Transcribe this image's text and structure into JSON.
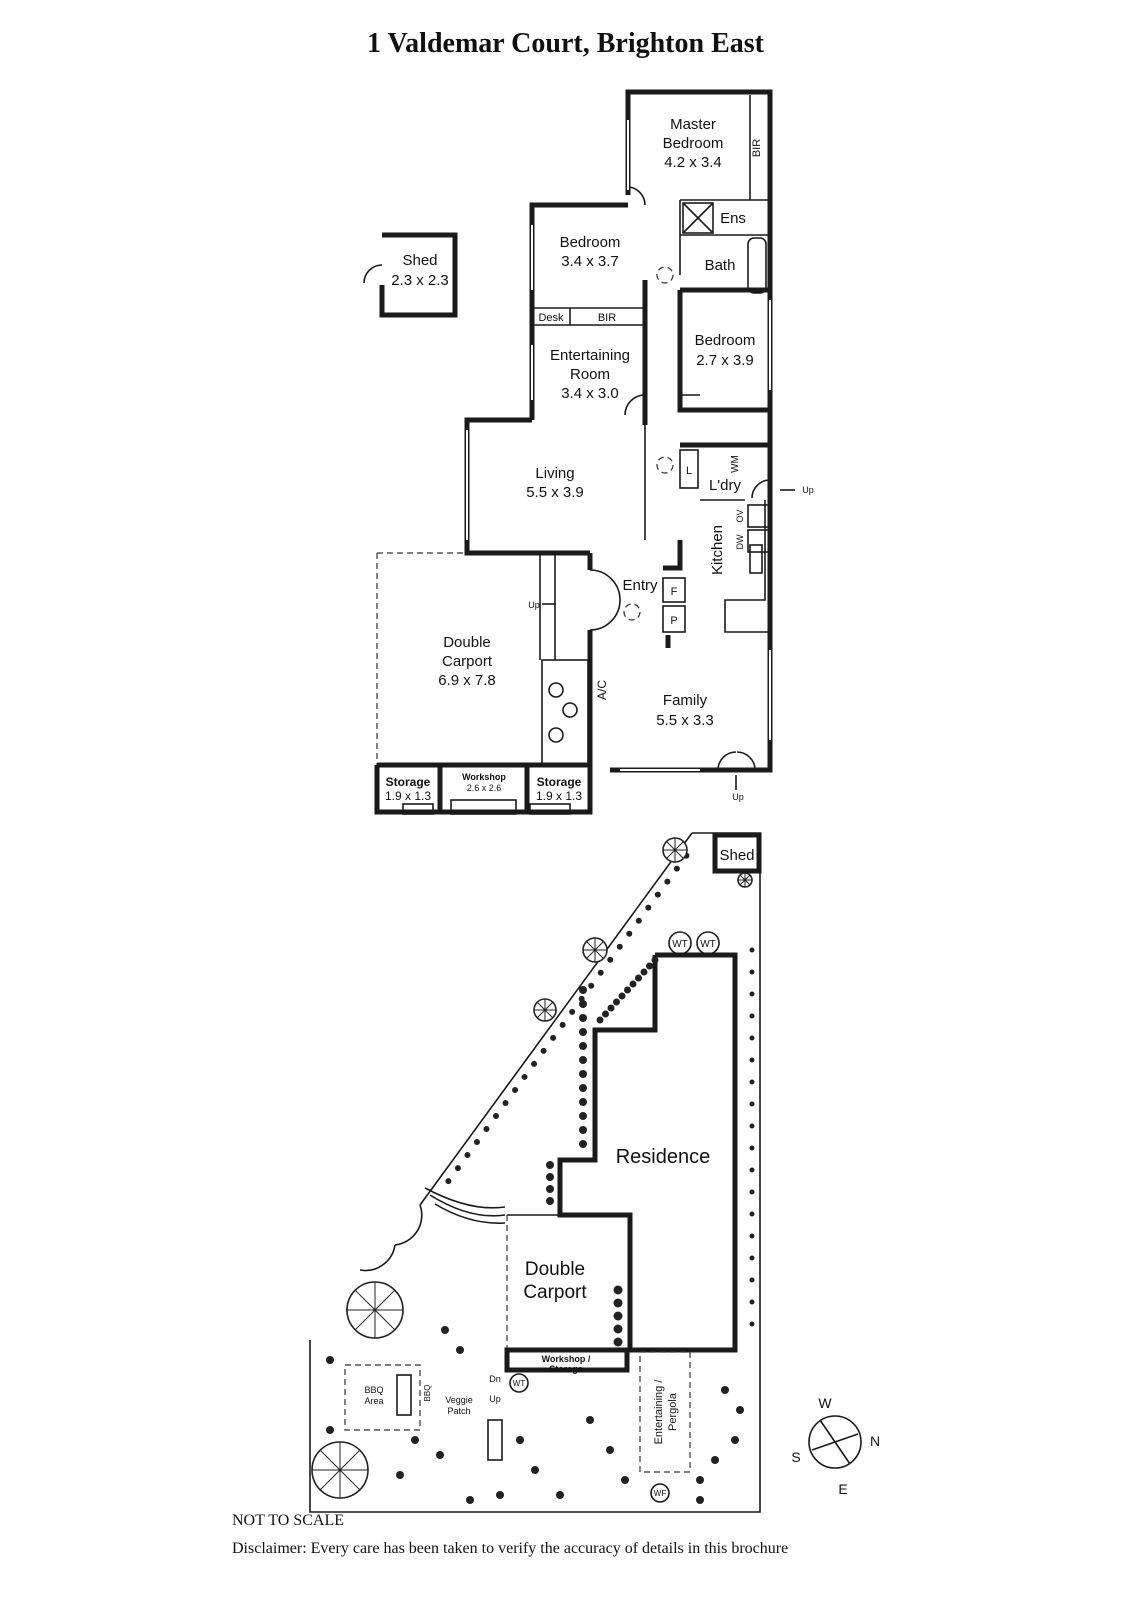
{
  "title": "1 Valdemar Court, Brighton East",
  "rooms": {
    "master_bedroom": {
      "name_line1": "Master",
      "name_line2": "Bedroom",
      "size": "4.2 x 3.4"
    },
    "bir_master": "BIR",
    "ens": "Ens",
    "bath": "Bath",
    "bedroom_1": {
      "name": "Bedroom",
      "size": "3.4 x 3.7"
    },
    "desk": "Desk",
    "bir_bedroom": "BIR",
    "bedroom_2": {
      "name": "Bedroom",
      "size": "2.7 x 3.9"
    },
    "entertaining_room": {
      "name_line1": "Entertaining",
      "name_line2": "Room",
      "size": "3.4 x 3.0"
    },
    "living": {
      "name": "Living",
      "size": "5.5 x 3.9"
    },
    "laundry": "L'dry",
    "laundry_l": "L",
    "wm": "WM",
    "ov": "OV",
    "dw": "DW",
    "kitchen": "Kitchen",
    "entry": "Entry",
    "f": "F",
    "p": "P",
    "ac": "A/C",
    "family": {
      "name": "Family",
      "size": "5.5 x 3.3"
    },
    "double_carport": {
      "name_line1": "Double",
      "name_line2": "Carport",
      "size": "6.9 x 7.8"
    },
    "storage_left": {
      "name": "Storage",
      "size": "1.9 x 1.3"
    },
    "workshop": {
      "name": "Workshop",
      "size": "2.6 x 2.6"
    },
    "storage_right": {
      "name": "Storage",
      "size": "1.9 x 1.3"
    },
    "shed": {
      "name": "Shed",
      "size": "2.3 x 2.3"
    },
    "up": "Up"
  },
  "site": {
    "shed": "Shed",
    "wt": "WT",
    "residence": "Residence",
    "double_carport_line1": "Double",
    "double_carport_line2": "Carport",
    "workshop_storage_line1": "Workshop /",
    "workshop_storage_line2": "Storage",
    "entertaining_line1": "Entertaining /",
    "entertaining_line2": "Pergola",
    "bbq_area_line1": "BBQ",
    "bbq_area_line2": "Area",
    "bbq": "BBQ",
    "veggie_line1": "Veggie",
    "veggie_line2": "Patch",
    "dn": "Dn",
    "up": "Up",
    "wf": "WF"
  },
  "compass": {
    "w": "W",
    "n": "N",
    "s": "S",
    "e": "E"
  },
  "footer": {
    "not_to_scale": "NOT TO SCALE",
    "disclaimer": "Disclaimer: Every care has been taken to verify the accuracy of details in this brochure"
  }
}
